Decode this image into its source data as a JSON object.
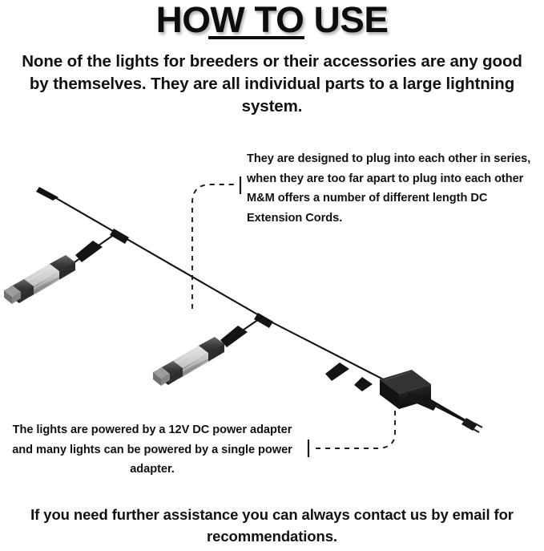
{
  "header": {
    "title": "HOW TO USE",
    "intro": "None of the lights for breeders or their accessories are any good by themselves. They are all individual parts to a large lightning system."
  },
  "callouts": {
    "series": "They are designed to plug into each other in series, when they are too far apart to plug into each other M&M offers a number of different length DC Extension Cords.",
    "power": "The lights are powered by a 12V DC power adapter and many lights can be powered by a single power adapter."
  },
  "footer": {
    "text": "If you need further assistance you can always contact us by email for recommendations."
  },
  "diagram": {
    "description": "Isometric wiring diagram: two LED light bars connected by DC cords in series along a main daisy-chain cable running from upper-left to lower-right, terminating at a 12V DC power adapter brick with a wall plug.",
    "parts": [
      {
        "name": "led-light-bar-1",
        "label": "LED Light Bar"
      },
      {
        "name": "led-light-bar-2",
        "label": "LED Light Bar"
      },
      {
        "name": "dc-extension-cord",
        "label": "DC Extension Cord"
      },
      {
        "name": "inline-connector-1",
        "label": "Connector"
      },
      {
        "name": "inline-connector-2",
        "label": "Connector"
      },
      {
        "name": "power-adapter",
        "label": "12V DC Power Adapter"
      },
      {
        "name": "wall-plug",
        "label": "Wall Plug"
      }
    ],
    "colors": {
      "wire": "#111111",
      "adapter": "#1a1a1a",
      "fixture_body": "#a8a8a8",
      "fixture_end": "#3a3a3a",
      "fixture_highlight": "#d6d6d6",
      "leader_line": "#1a1a1a"
    }
  }
}
